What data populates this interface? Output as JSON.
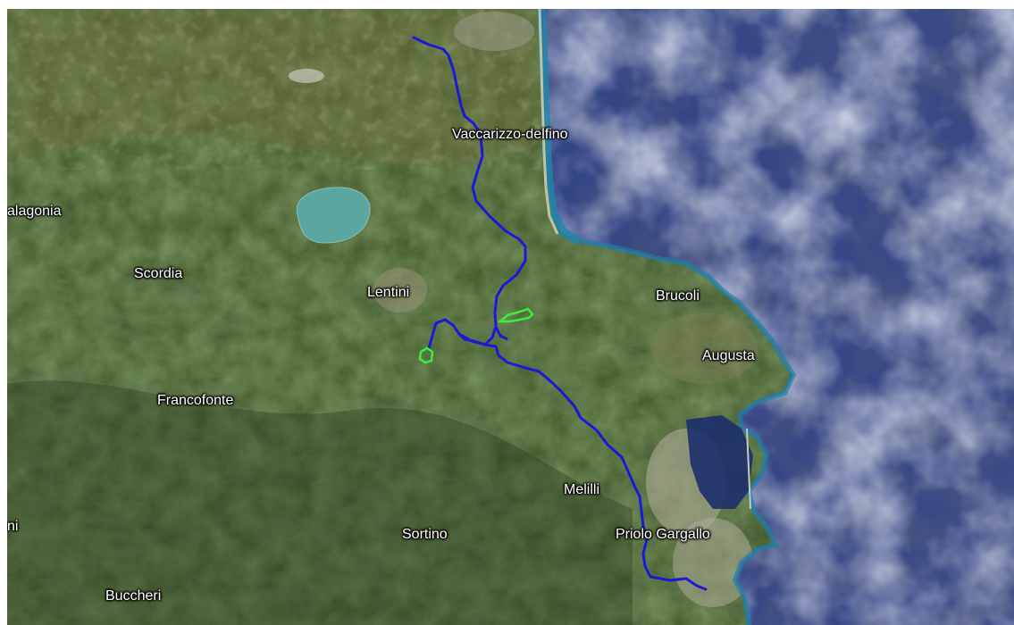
{
  "map": {
    "place_labels": [
      {
        "id": "vaccarizzo-delfino",
        "text": "Vaccarizzo-delfino"
      },
      {
        "id": "palagonia",
        "text": "alagonia"
      },
      {
        "id": "scordia",
        "text": "Scordia"
      },
      {
        "id": "lentini",
        "text": "Lentini"
      },
      {
        "id": "brucoli",
        "text": "Brucoli"
      },
      {
        "id": "augusta",
        "text": "Augusta"
      },
      {
        "id": "francofonte",
        "text": "Francofonte"
      },
      {
        "id": "melilli",
        "text": "Melilli"
      },
      {
        "id": "sortino",
        "text": "Sortino"
      },
      {
        "id": "priolo-gargallo",
        "text": "Priolo Gargallo"
      },
      {
        "id": "ni",
        "text": "ni"
      },
      {
        "id": "buccheri",
        "text": "Buccheri"
      }
    ],
    "colors": {
      "land_base": "#3f5428",
      "sea": "#2c3f84",
      "coast_water": "#1f7da8",
      "beach": "#d9cfa6",
      "lake": "#5aa6a0",
      "route_main": "#1a1ad6",
      "route_loops": "#39f03a",
      "clouds": "#c9d0e0"
    }
  }
}
